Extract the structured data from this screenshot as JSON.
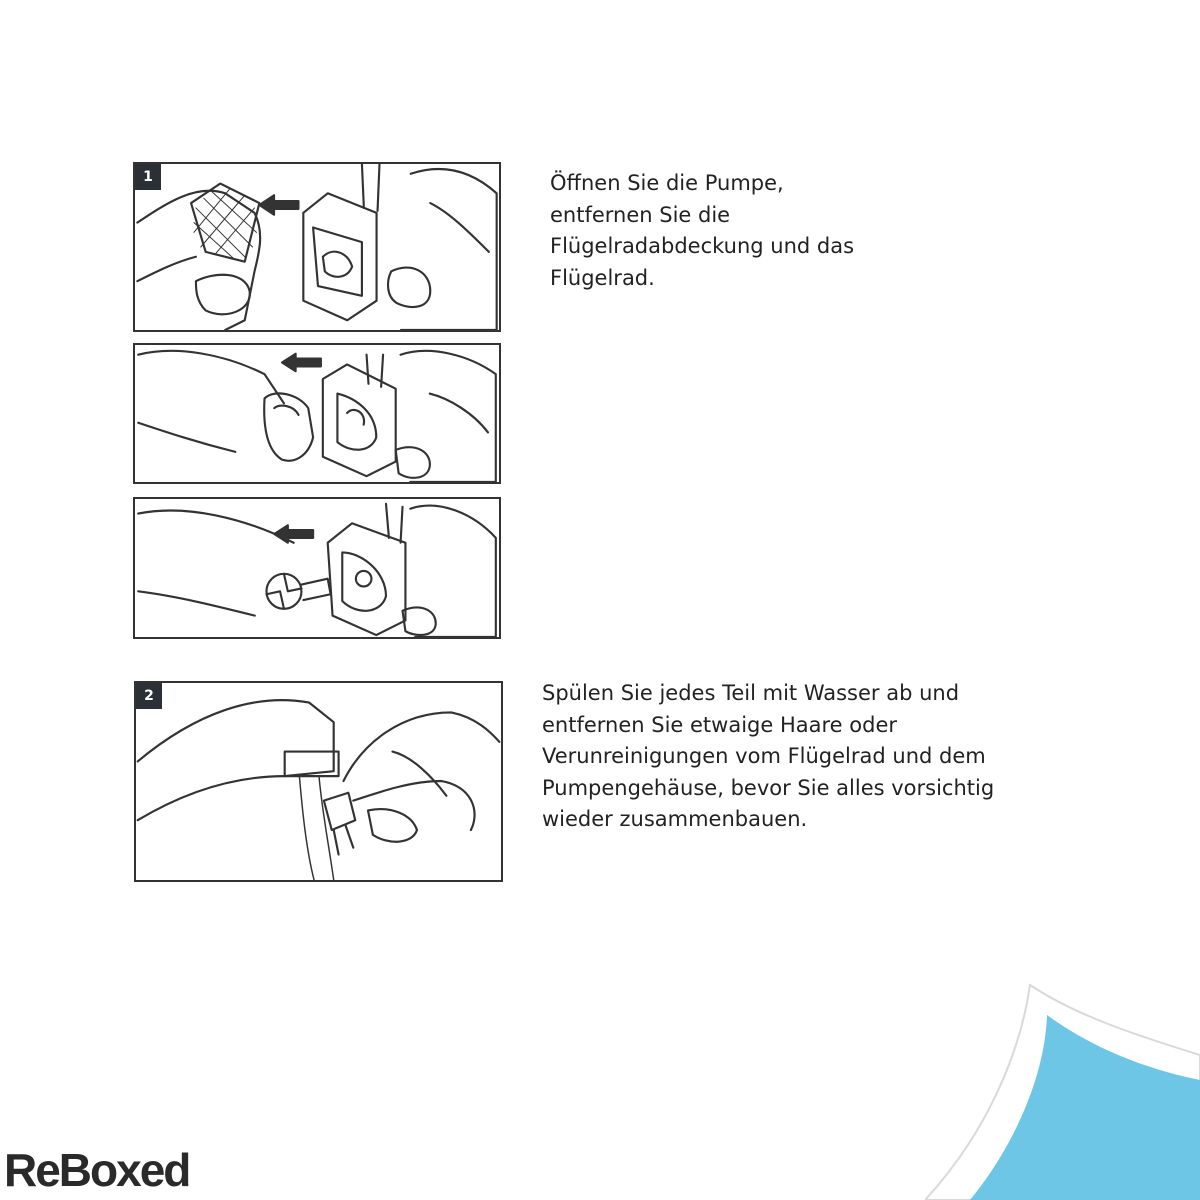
{
  "steps": [
    {
      "number": "1",
      "text": "Öffnen Sie die Pumpe,\nentfernen Sie die\nFlügelradabdeckung und das\nFlügelrad."
    },
    {
      "number": "2",
      "text": "Spülen Sie jedes Teil mit Wasser ab und\nentfernen Sie etwaige Haare oder\nVerunreinigungen vom Flügelrad und dem\nPumpengehäuse, bevor Sie alles vorsichtig\nwieder zusammenbauen."
    }
  ],
  "brand": {
    "name": "ReBoxed"
  },
  "colors": {
    "ink": "#333333",
    "badge": "#2b2f36",
    "accent": "#6ec6e6"
  }
}
